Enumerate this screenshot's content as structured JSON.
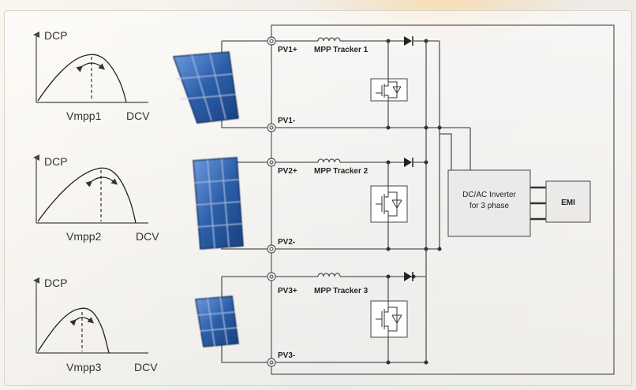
{
  "curves": [
    {
      "y_label": "DCP",
      "x_label": "DCV",
      "peak_label": "Vmpp1"
    },
    {
      "y_label": "DCP",
      "x_label": "DCV",
      "peak_label": "Vmpp2"
    },
    {
      "y_label": "DCP",
      "x_label": "DCV",
      "peak_label": "Vmpp3"
    }
  ],
  "strings": [
    {
      "pos_label": "PV1+",
      "neg_label": "PV1-",
      "tracker_label": "MPP Tracker 1"
    },
    {
      "pos_label": "PV2+",
      "neg_label": "PV2-",
      "tracker_label": "MPP Tracker 2"
    },
    {
      "pos_label": "PV3+",
      "neg_label": "PV3-",
      "tracker_label": "MPP Tracker 3"
    }
  ],
  "inverter": {
    "line1": "DC/AC Inverter",
    "line2": "for 3 phase"
  },
  "emi": {
    "label": "EMI"
  },
  "colors": {
    "panel_blue": "#1f4f9a",
    "panel_light": "#5d8fd0",
    "wire": "#555555"
  }
}
